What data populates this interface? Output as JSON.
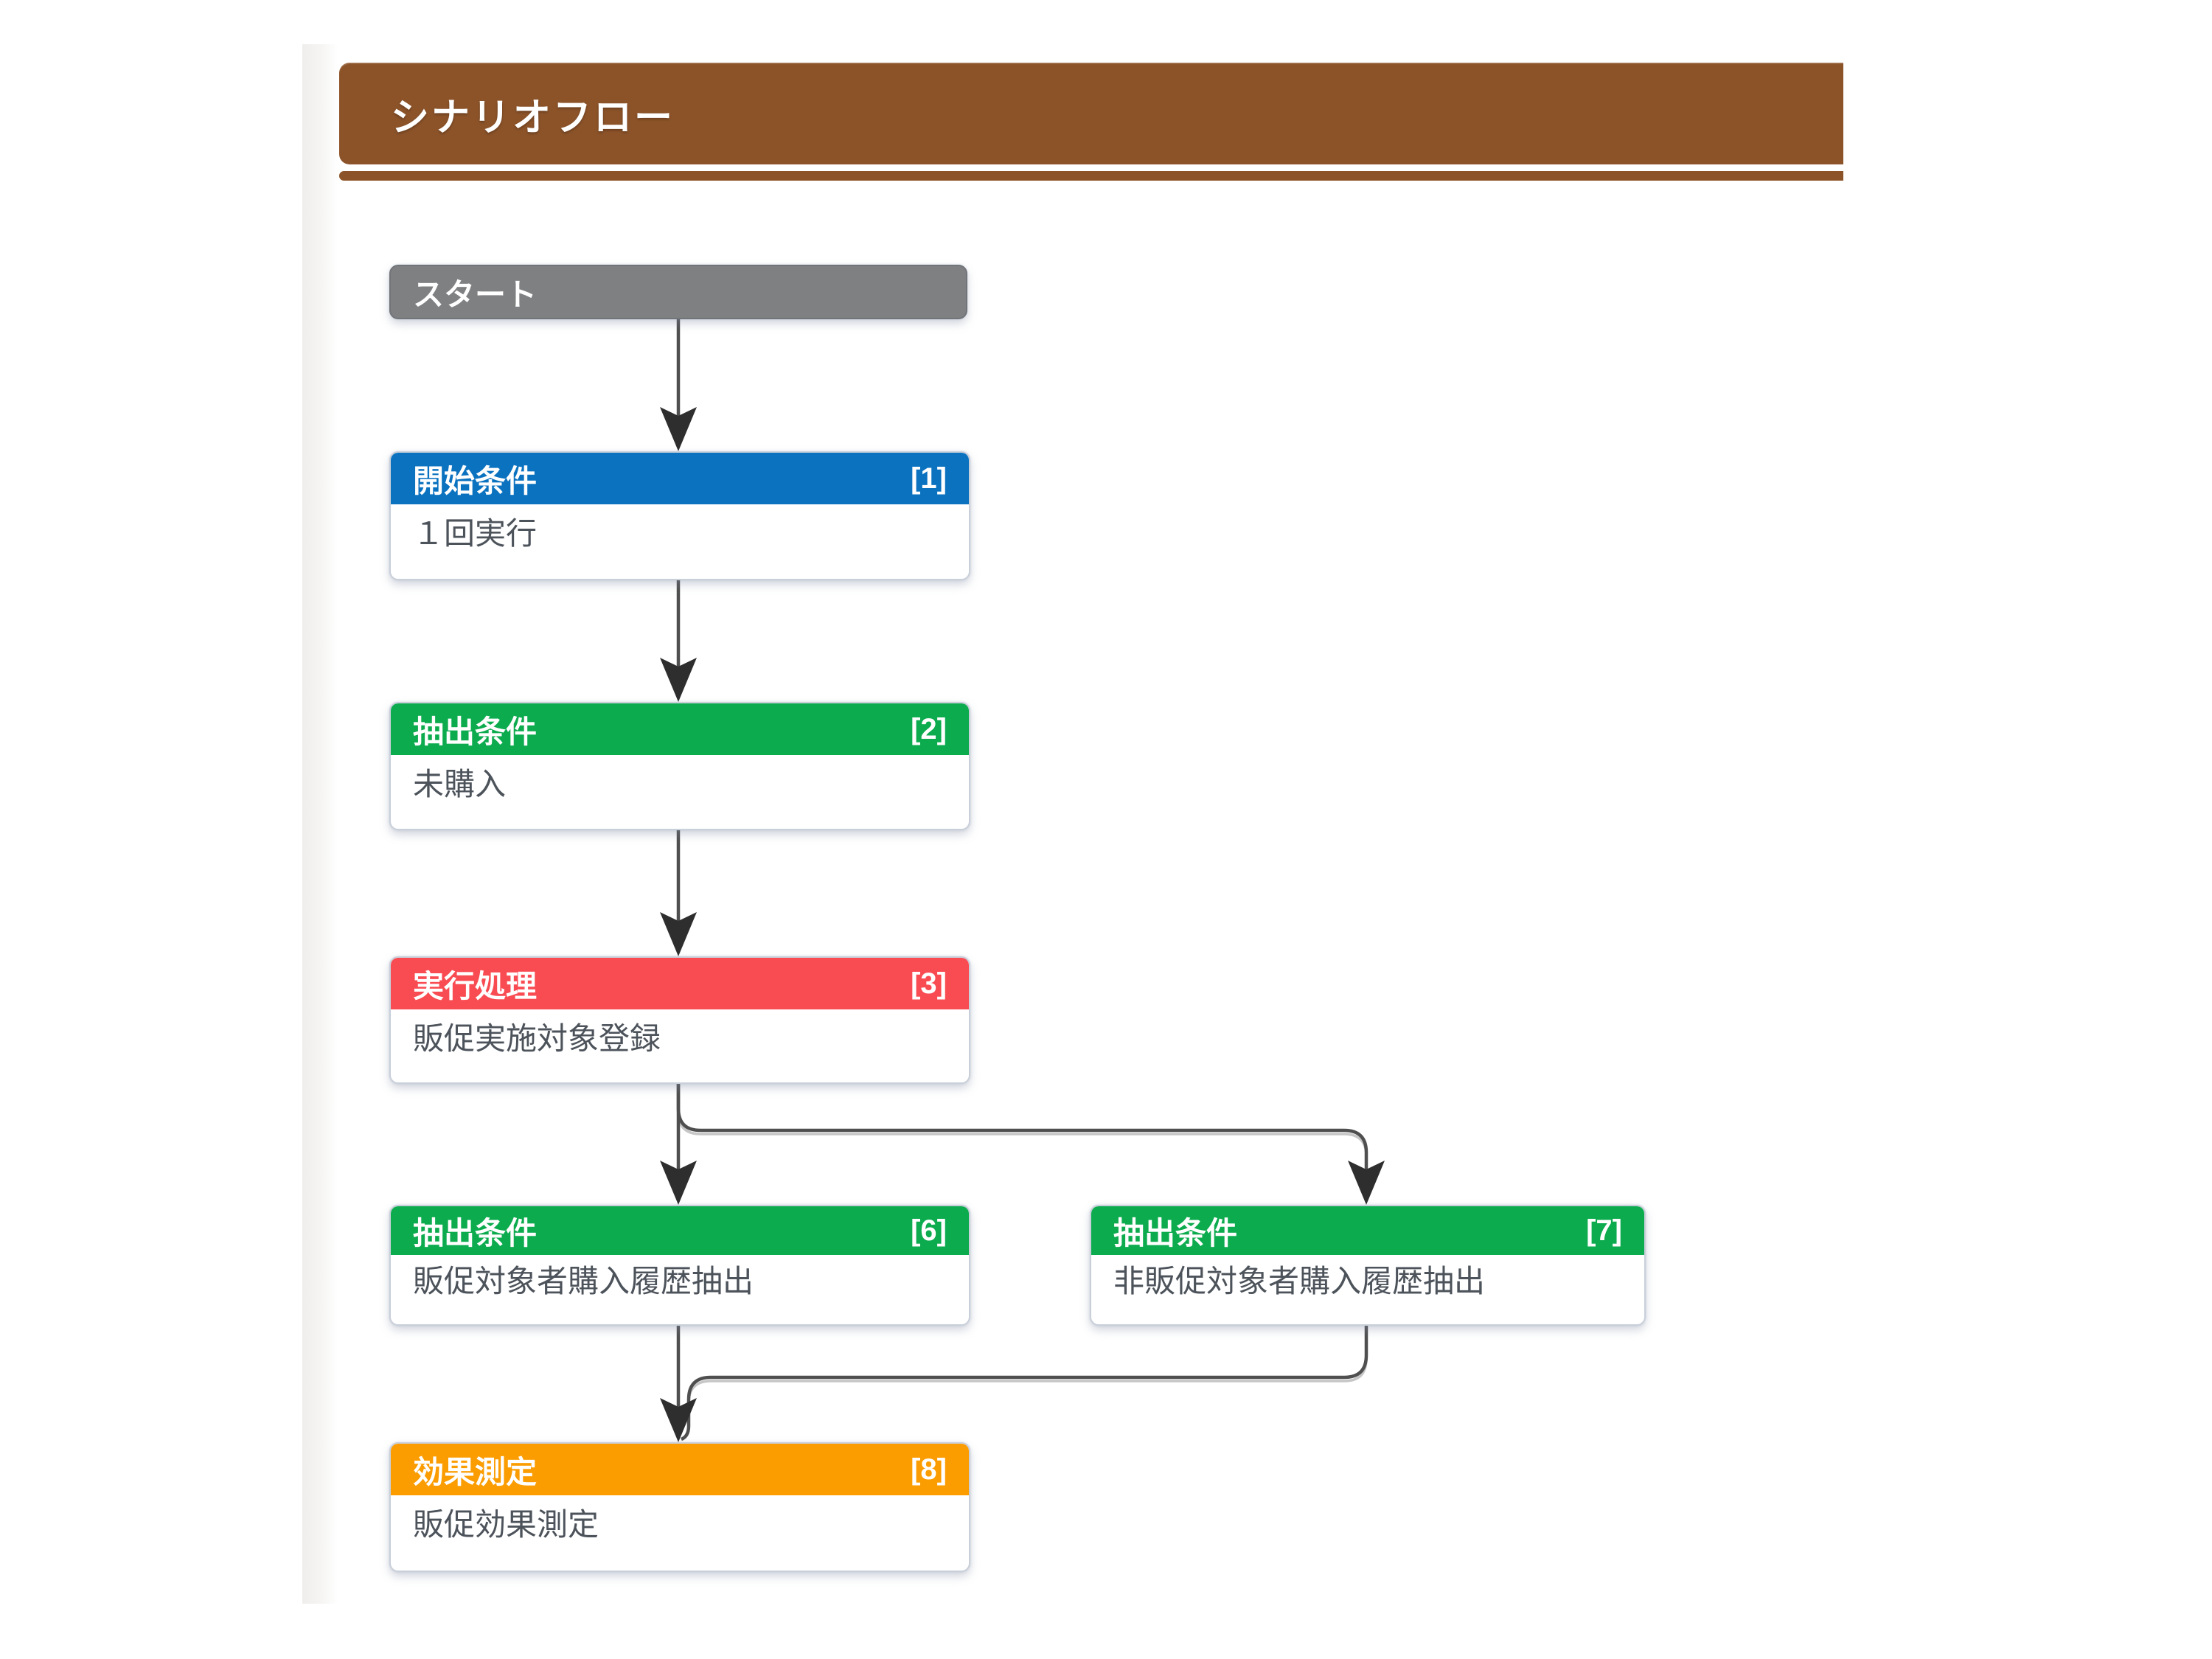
{
  "header": {
    "title": "シナリオフロー",
    "color": "#8c5329"
  },
  "nodes": [
    {
      "id": "start",
      "title": "スタート",
      "badge": "",
      "body": "",
      "color": "#7f8082"
    },
    {
      "id": "1",
      "title": "開始条件",
      "badge": "[1]",
      "body": "１回実行",
      "color": "#0b72c0"
    },
    {
      "id": "2",
      "title": "抽出条件",
      "badge": "[2]",
      "body": "未購入",
      "color": "#0cab4e"
    },
    {
      "id": "3",
      "title": "実行処理",
      "badge": "[3]",
      "body": "販促実施対象登録",
      "color": "#f94b52"
    },
    {
      "id": "6",
      "title": "抽出条件",
      "badge": "[6]",
      "body": "販促対象者購入履歴抽出",
      "color": "#0cab4e"
    },
    {
      "id": "7",
      "title": "抽出条件",
      "badge": "[7]",
      "body": "非販促対象者購入履歴抽出",
      "color": "#0cab4e"
    },
    {
      "id": "8",
      "title": "効果測定",
      "badge": "[8]",
      "body": "販促効果測定",
      "color": "#fb9c00"
    }
  ],
  "edges": [
    {
      "from": "start",
      "to": "1"
    },
    {
      "from": "1",
      "to": "2"
    },
    {
      "from": "2",
      "to": "3"
    },
    {
      "from": "3",
      "to": "6"
    },
    {
      "from": "3",
      "to": "7"
    },
    {
      "from": "6",
      "to": "8"
    },
    {
      "from": "7",
      "to": "8"
    }
  ],
  "style": {
    "connector_color": "#4f4f4f",
    "arrow_color": "#2e2e2e",
    "body_text_color": "#4d535b"
  }
}
